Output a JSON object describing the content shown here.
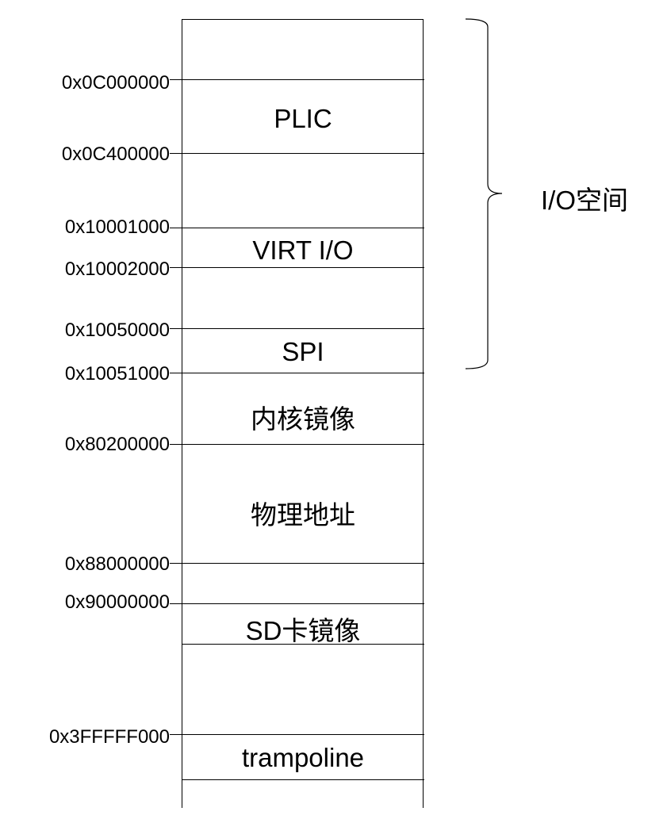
{
  "addresses": {
    "a1": "0x0C000000",
    "a2": "0x0C400000",
    "a3": "0x10001000",
    "a4": "0x10002000",
    "a5": "0x10050000",
    "a6": "0x10051000",
    "a7": "0x80200000",
    "a8": "0x88000000",
    "a9": "0x90000000",
    "a10": "0x3FFFFF000"
  },
  "regions": {
    "plic": "PLIC",
    "virtio": "VIRT I/O",
    "spi": "SPI",
    "kernel": "内核镜像",
    "physical": "物理地址",
    "sdcard": "SD卡镜像",
    "trampoline": "trampoline"
  },
  "brace_label": "I/O空间"
}
